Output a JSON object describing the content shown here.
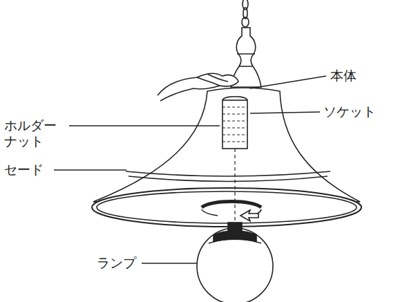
{
  "diagram": {
    "labels": [
      "本体",
      "ソケット",
      "ホルダー ナット",
      "セード",
      "ランプ"
    ]
  }
}
